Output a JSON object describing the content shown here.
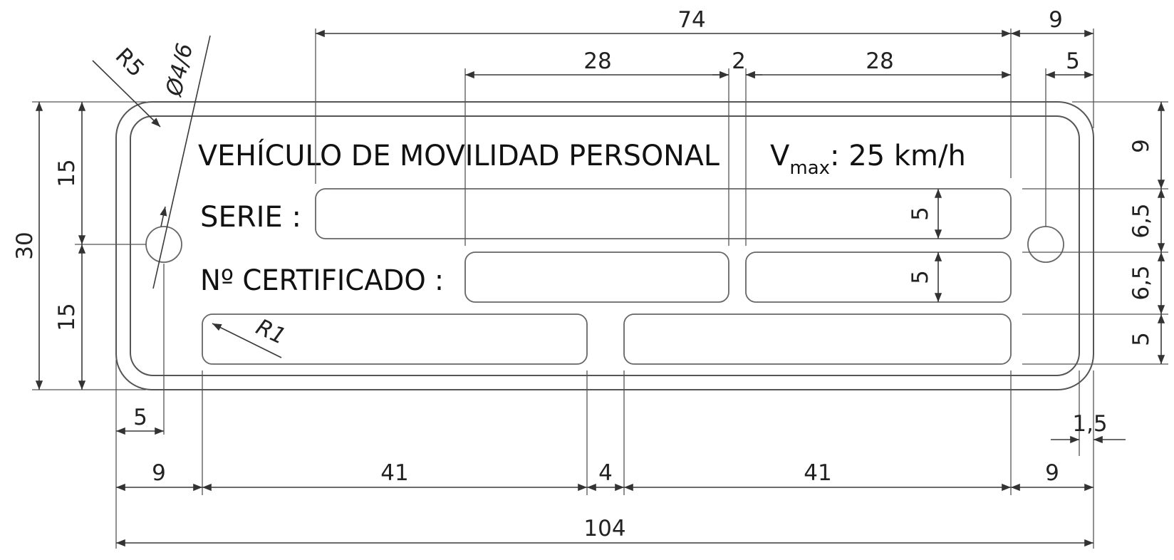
{
  "plate": {
    "title": "VEHÍCULO DE MOVILIDAD PERSONAL",
    "vmax_symbol": "V",
    "vmax_subscript": "max",
    "vmax_value": ": 25 km/h",
    "serie_label": "SERIE :",
    "certificado_label": "Nº CERTIFICADO :"
  },
  "dimensions": {
    "top_74": "74",
    "top_9": "9",
    "top_28_left": "28",
    "top_2": "2",
    "top_28_right": "28",
    "top_5": "5",
    "corner_radius": "R5",
    "hole_diameter": "Ø4/6",
    "left_30": "30",
    "left_15_top": "15",
    "left_15_bottom": "15",
    "right_9": "9",
    "right_6_5_top": "6,5",
    "right_6_5_bottom": "6,5",
    "right_5": "5",
    "box_5_top": "5",
    "box_5_bottom": "5",
    "inner_radius": "R1",
    "bottom_5": "5",
    "bottom_1_5": "1,5",
    "bottom_9_left": "9",
    "bottom_41_left": "41",
    "bottom_4": "4",
    "bottom_41_right": "41",
    "bottom_9_right": "9",
    "bottom_104": "104"
  }
}
